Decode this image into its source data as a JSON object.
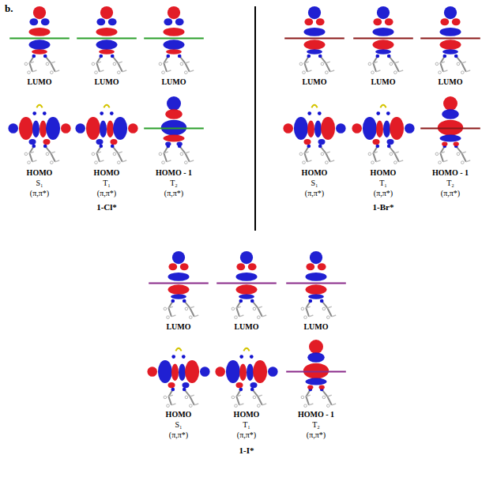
{
  "diagram": {
    "labels": [
      "b.",
      "LUMO",
      "LUMO",
      "LUMO",
      "HOMO",
      "S₁",
      "(π,π*)",
      "HOMO",
      "T₁",
      "(π,π*)",
      "HOMO - 1",
      "T₂",
      "(π,π*)",
      "1-Cl*",
      "LUMO",
      "LUMO",
      "LUMO",
      "HOMO",
      "S₁",
      "(π,π*)",
      "HOMO",
      "T₁",
      "(π,π*)",
      "HOMO - 1",
      "T₂",
      "(π,π*)",
      "1-Br*",
      "LUMO",
      "LUMO",
      "LUMO",
      "HOMO",
      "S₁",
      "(π,π*)",
      "HOMO",
      "T₁",
      "(π,π*)",
      "HOMO - 1",
      "T₂",
      "(π,π*)",
      "1-I*"
    ]
  }
}
